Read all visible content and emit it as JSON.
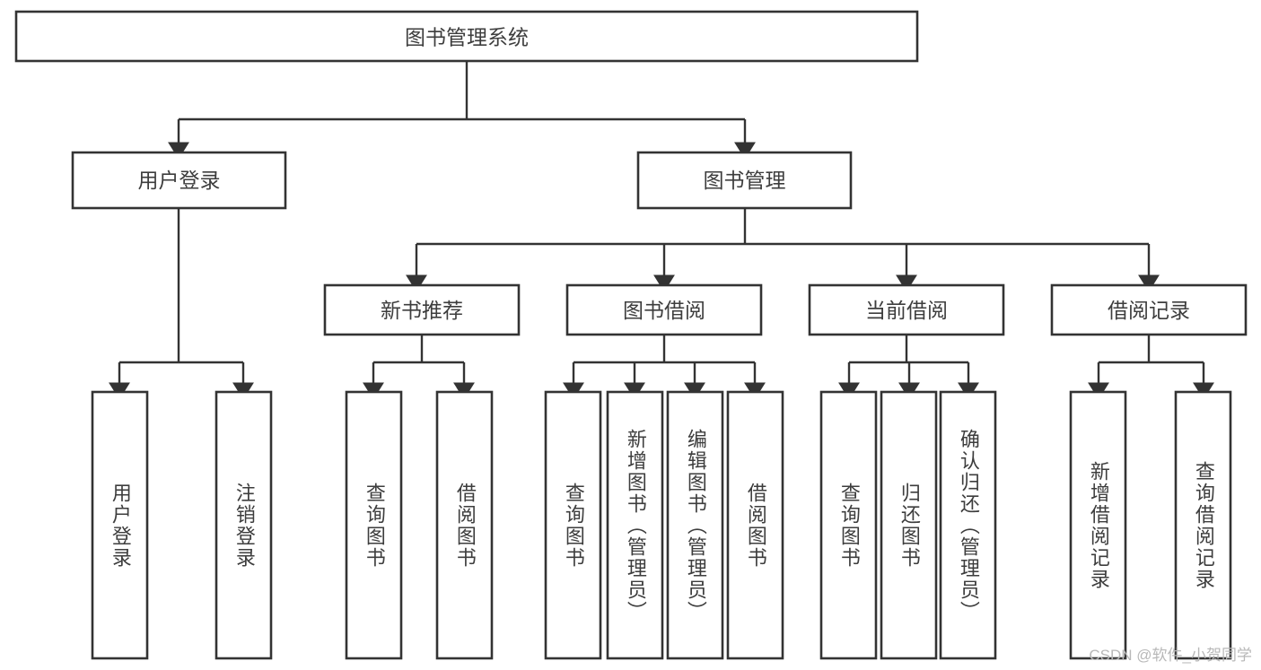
{
  "diagram": {
    "type": "tree",
    "title": "图书管理系统",
    "watermark": "CSDN @软件_小贺同学",
    "colors": {
      "stroke": "#333333",
      "fill": "#ffffff",
      "text": "#3d3d3d",
      "watermark": "#b8b8b8"
    },
    "levels": {
      "root": {
        "label": "图书管理系统"
      },
      "level2": [
        {
          "label": "用户登录"
        },
        {
          "label": "图书管理"
        }
      ],
      "level3": [
        {
          "label": "新书推荐"
        },
        {
          "label": "图书借阅"
        },
        {
          "label": "当前借阅"
        },
        {
          "label": "借阅记录"
        }
      ],
      "leaves": [
        {
          "label": "用户登录",
          "parent": "用户登录"
        },
        {
          "label": "注销登录",
          "parent": "用户登录"
        },
        {
          "label": "查询图书",
          "parent": "新书推荐"
        },
        {
          "label": "借阅图书",
          "parent": "新书推荐"
        },
        {
          "label": "查询图书",
          "parent": "图书借阅"
        },
        {
          "label": "新增图书（管理员）",
          "parent": "图书借阅"
        },
        {
          "label": "编辑图书（管理员）",
          "parent": "图书借阅"
        },
        {
          "label": "借阅图书",
          "parent": "图书借阅"
        },
        {
          "label": "查询图书",
          "parent": "当前借阅"
        },
        {
          "label": "归还图书",
          "parent": "当前借阅"
        },
        {
          "label": "确认归还（管理员）",
          "parent": "当前借阅"
        },
        {
          "label": "新增借阅记录",
          "parent": "借阅记录"
        },
        {
          "label": "查询借阅记录",
          "parent": "借阅记录"
        }
      ]
    }
  }
}
